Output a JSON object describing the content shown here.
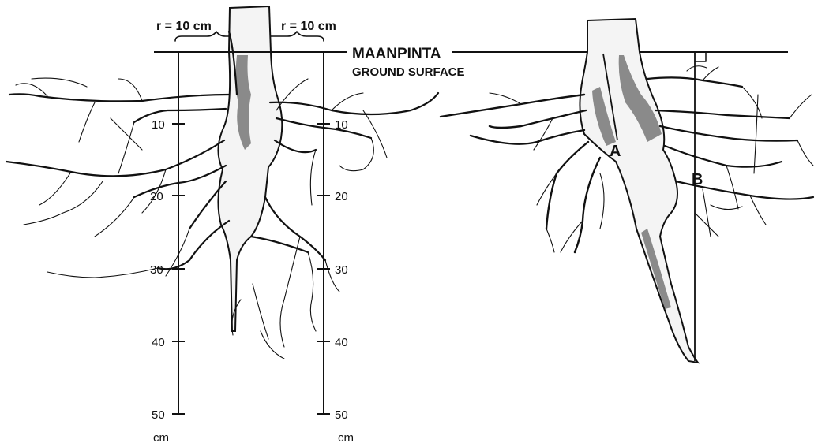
{
  "labels": {
    "radius_left": "r = 10 cm",
    "radius_right": "r = 10 cm",
    "surface_fi": "MAANPINTA",
    "surface_en": "GROUND SURFACE",
    "point_a": "A",
    "point_b": "B"
  },
  "depth_scale": {
    "unit": "cm",
    "ticks": [
      "10",
      "20",
      "30",
      "40",
      "50"
    ]
  },
  "colors": {
    "ink": "#111111",
    "paper": "#ffffff"
  }
}
